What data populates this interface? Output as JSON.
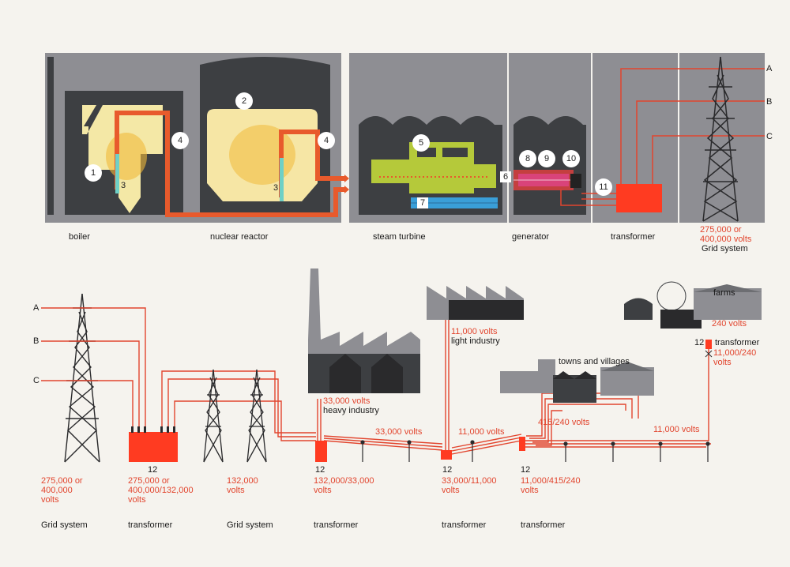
{
  "top": {
    "stages": [
      "boiler",
      "nuclear reactor",
      "steam turbine",
      "generator",
      "transformer"
    ],
    "grid": {
      "voltage": "275,000 or\n400,000 volts",
      "label": "Grid system"
    },
    "phases": [
      "A",
      "B",
      "C"
    ],
    "markers": [
      "1",
      "2",
      "3",
      "3",
      "4",
      "4",
      "5",
      "6",
      "7",
      "8",
      "9",
      "10",
      "11"
    ]
  },
  "bottom": {
    "phases": [
      "A",
      "B",
      "C"
    ],
    "columns": [
      {
        "voltage": "275,000 or\n400,000\nvolts",
        "label": "Grid system"
      },
      {
        "number": "12",
        "voltage": "275,000 or\n400,000/132,000\nvolts",
        "label": "transformer"
      },
      {
        "voltage": "132,000\nvolts",
        "label": "Grid system"
      },
      {
        "number": "12",
        "voltage": "132,000/33,000\nvolts",
        "label": "transformer"
      },
      {
        "number": "12",
        "voltage": "33,000/11,000\nvolts",
        "label": "transformer"
      },
      {
        "number": "12",
        "voltage": "11,000/415/240\nvolts",
        "label": "transformer"
      }
    ],
    "line_labels": [
      "33,000 volts",
      "11,000 volts",
      "11,000 volts"
    ],
    "consumers": {
      "heavy": {
        "voltage": "33,000 volts",
        "label": "heavy industry"
      },
      "light": {
        "voltage": "11,000 volts",
        "label": "light industry"
      },
      "towns": {
        "label": "towns and villages",
        "voltage": "415/240 volts"
      },
      "farms": {
        "label": "farms",
        "voltage": "240 volts"
      }
    },
    "pole_transformer": {
      "number": "12",
      "label": "transformer",
      "voltage": "11,000/240\nvolts"
    }
  },
  "colors": {
    "line": "#e2452e",
    "panel": "#8e8e93",
    "building": "#3d3f42",
    "turbine": "#b5c93a",
    "cooling": "#3a9fd8",
    "generator": "#d9437a",
    "transformer": "#ff3b21",
    "flame": "#f0b93a"
  }
}
